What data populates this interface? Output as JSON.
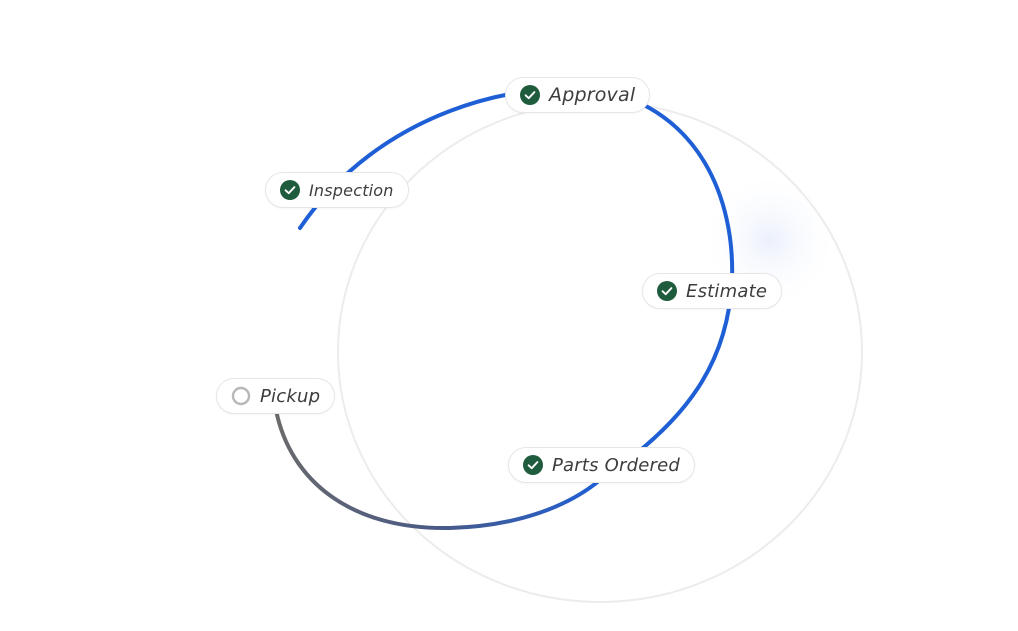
{
  "steps": [
    {
      "label": "Approval",
      "status": "complete",
      "icon": "check-circle-icon"
    },
    {
      "label": "Inspection",
      "status": "complete",
      "icon": "check-circle-icon"
    },
    {
      "label": "Estimate",
      "status": "complete",
      "icon": "check-circle-icon"
    },
    {
      "label": "Pickup",
      "status": "pending",
      "icon": "empty-circle-icon"
    },
    {
      "label": "Parts Ordered",
      "status": "complete",
      "icon": "check-circle-icon"
    }
  ],
  "colors": {
    "complete": "#1f5c3e",
    "pending": "#b8b8b8",
    "progress_arc": "#1f5fd6",
    "inactive_arc": "#6b6b6b",
    "background_ring": "#ececec"
  }
}
